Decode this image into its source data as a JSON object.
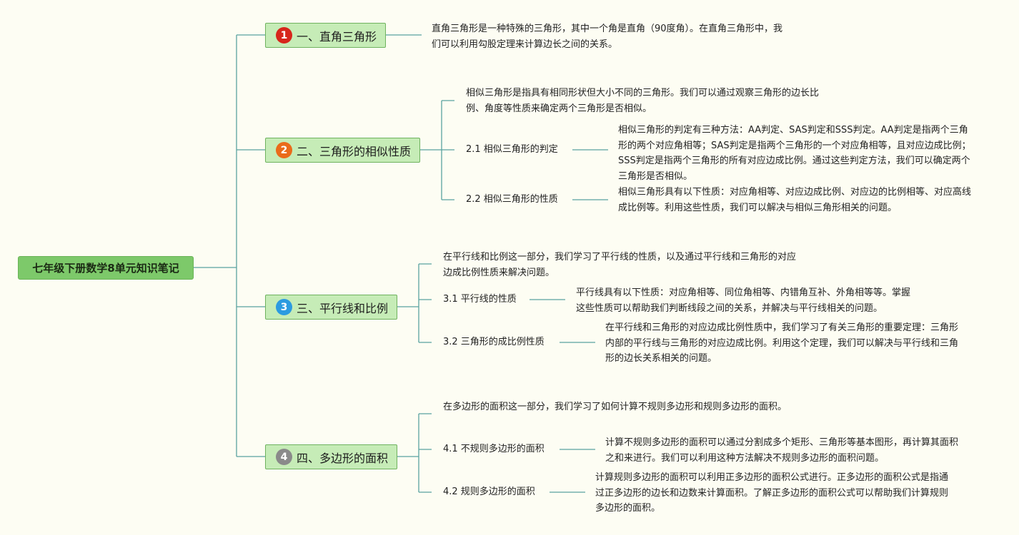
{
  "root": {
    "title": "七年级下册数学8单元知识笔记"
  },
  "branches": [
    {
      "number": "1",
      "color": "#d7261b",
      "title": "一、直角三角形",
      "summary": "直角三角形是一种特殊的三角形，其中一个角是直角（90度角）。在直角三角形中，我们可以利用勾股定理来计算边长之间的关系。"
    },
    {
      "number": "2",
      "color": "#ea6b1a",
      "title": "二、三角形的相似性质",
      "summary": "相似三角形是指具有相同形状但大小不同的三角形。我们可以通过观察三角形的边长比例、角度等性质来确定两个三角形是否相似。",
      "subs": [
        {
          "label": "2.1 相似三角形的判定",
          "detail": "相似三角形的判定有三种方法：AA判定、SAS判定和SSS判定。AA判定是指两个三角形的两个对应角相等；SAS判定是指两个三角形的一个对应角相等，且对应边成比例；SSS判定是指两个三角形的所有对应边成比例。通过这些判定方法，我们可以确定两个三角形是否相似。"
        },
        {
          "label": "2.2 相似三角形的性质",
          "detail": "相似三角形具有以下性质：对应角相等、对应边成比例、对应边的比例相等、对应高线成比例等。利用这些性质，我们可以解决与相似三角形相关的问题。"
        }
      ]
    },
    {
      "number": "3",
      "color": "#2c9be0",
      "title": "三、平行线和比例",
      "summary": "在平行线和比例这一部分，我们学习了平行线的性质，以及通过平行线和三角形的对应边成比例性质来解决问题。",
      "subs": [
        {
          "label": "3.1 平行线的性质",
          "detail": "平行线具有以下性质：对应角相等、同位角相等、内错角互补、外角相等等。掌握这些性质可以帮助我们判断线段之间的关系，并解决与平行线相关的问题。"
        },
        {
          "label": "3.2 三角形的成比例性质",
          "detail": "在平行线和三角形的对应边成比例性质中，我们学习了有关三角形的重要定理：三角形内部的平行线与三角形的对应边成比例。利用这个定理，我们可以解决与平行线和三角形的边长关系相关的问题。"
        }
      ]
    },
    {
      "number": "4",
      "color": "#8a8a8a",
      "title": "四、多边形的面积",
      "summary": "在多边形的面积这一部分，我们学习了如何计算不规则多边形和规则多边形的面积。",
      "subs": [
        {
          "label": "4.1 不规则多边形的面积",
          "detail": "计算不规则多边形的面积可以通过分割成多个矩形、三角形等基本图形，再计算其面积之和来进行。我们可以利用这种方法解决不规则多边形的面积问题。"
        },
        {
          "label": "4.2 规则多边形的面积",
          "detail": "计算规则多边形的面积可以利用正多边形的面积公式进行。正多边形的面积公式是指通过正多边形的边长和边数来计算面积。了解正多边形的面积公式可以帮助我们计算规则多边形的面积。"
        }
      ]
    }
  ]
}
